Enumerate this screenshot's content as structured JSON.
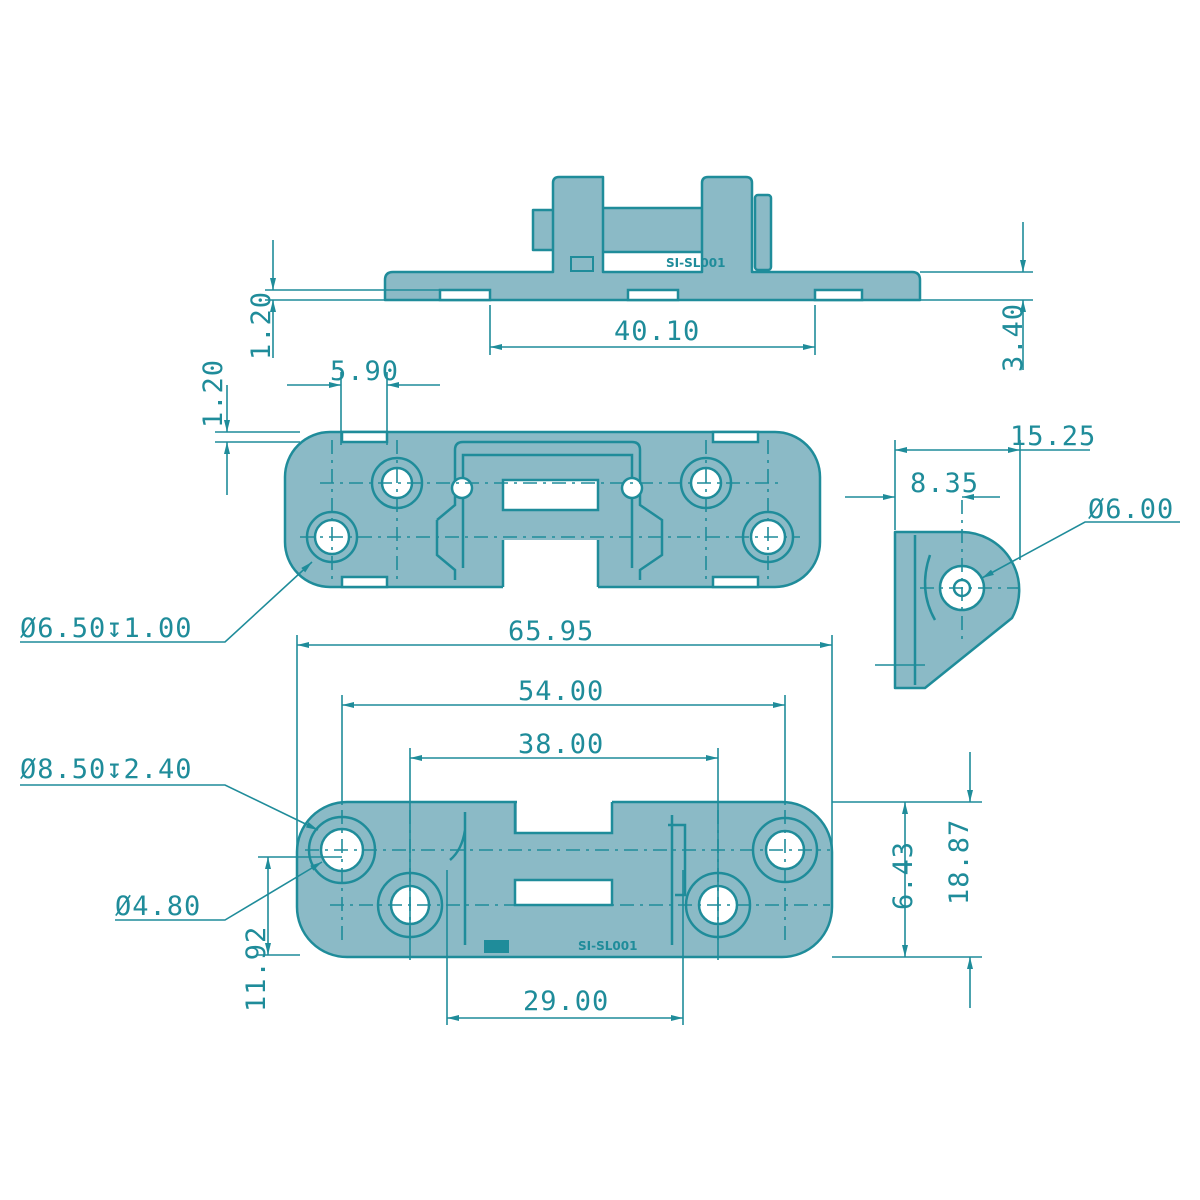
{
  "colors": {
    "part_fill": "#8bbac6",
    "line": "#1f8c9a",
    "background": "#ffffff"
  },
  "engraving": {
    "part_number": "SI-SL001"
  },
  "top_view": {
    "dims": {
      "base_thickness": "1.20",
      "slot_spacing": "40.10",
      "plate_height": "3.40"
    }
  },
  "plan_view": {
    "dims": {
      "edge_thickness": "1.20",
      "slot_width": "5.90",
      "small_hole": "Ø6.50↧1.00"
    }
  },
  "side_view": {
    "dims": {
      "overall_width": "15.25",
      "hole_offset": "8.35",
      "hole_dia": "Ø6.00"
    }
  },
  "bottom_view": {
    "dims": {
      "overall_length": "65.95",
      "outer_hole_spacing": "54.00",
      "inner_hole_spacing": "38.00",
      "counterbore": "Ø8.50↧2.40",
      "thru_hole": "Ø4.80",
      "hole_height": "11.92",
      "hole_offset_y": "6.43",
      "overall_height": "18.87",
      "gap_width": "29.00"
    }
  }
}
